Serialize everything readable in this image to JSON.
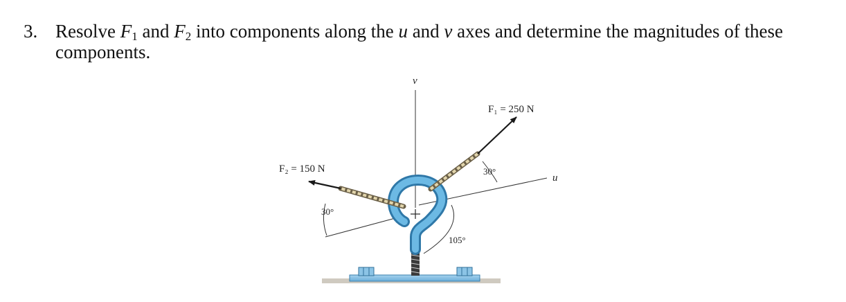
{
  "problem": {
    "number": "3.",
    "text_pre": "Resolve ",
    "f1_symbol": "F",
    "f1_subscript": "1",
    "and_1": " and ",
    "f2_symbol": "F",
    "f2_subscript": "2",
    "text_mid": " into components along the ",
    "u_axis": "u",
    "and_2": " and ",
    "v_axis": "v",
    "text_post": " axes and determine the magnitudes of these components."
  },
  "figure": {
    "axis_v_label": "v",
    "axis_u_label": "u",
    "f1_label": "F₁ = 250 N",
    "f2_label": "F₂ = 150 N",
    "angle_f1": "30°",
    "angle_f2": "30°",
    "angle_bottom": "105°"
  },
  "colors": {
    "hook": "#4fa3d3",
    "hook_dark": "#2f78a8",
    "base_plate": "#86c1e4",
    "rope": "#d8c89a",
    "arrow": "#1a1a1a"
  }
}
